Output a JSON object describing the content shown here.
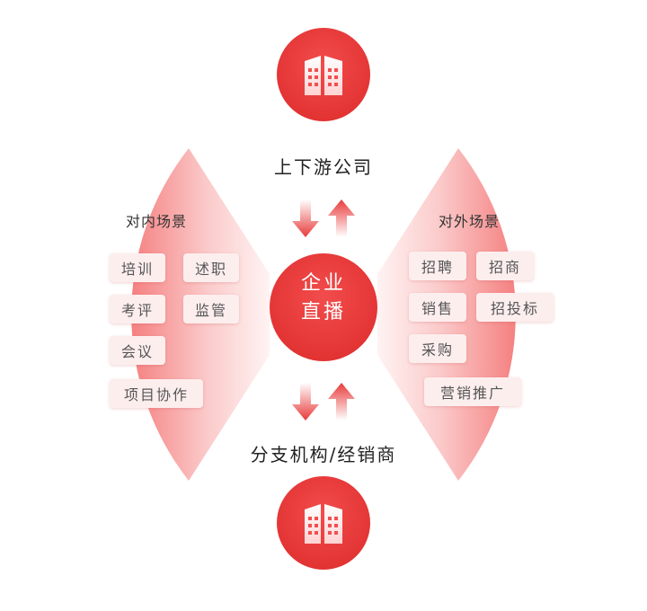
{
  "top_node": {
    "label": "上下游公司",
    "icon": "building-icon"
  },
  "bottom_node": {
    "label": "分支机构/经销商",
    "icon": "building-icon"
  },
  "center": {
    "line1": "企业",
    "line2": "直播"
  },
  "left_panel": {
    "title": "对内场景",
    "tags": [
      "培训",
      "述职",
      "考评",
      "监管",
      "会议",
      "项目协作"
    ]
  },
  "right_panel": {
    "title": "对外场景",
    "tags": [
      "招聘",
      "招商",
      "销售",
      "招投标",
      "采购",
      "营销推广"
    ]
  },
  "colors": {
    "primary_red": "#ee3b3b",
    "light_red": "#fbe2e2",
    "tag_bg": "#fdeeee"
  }
}
